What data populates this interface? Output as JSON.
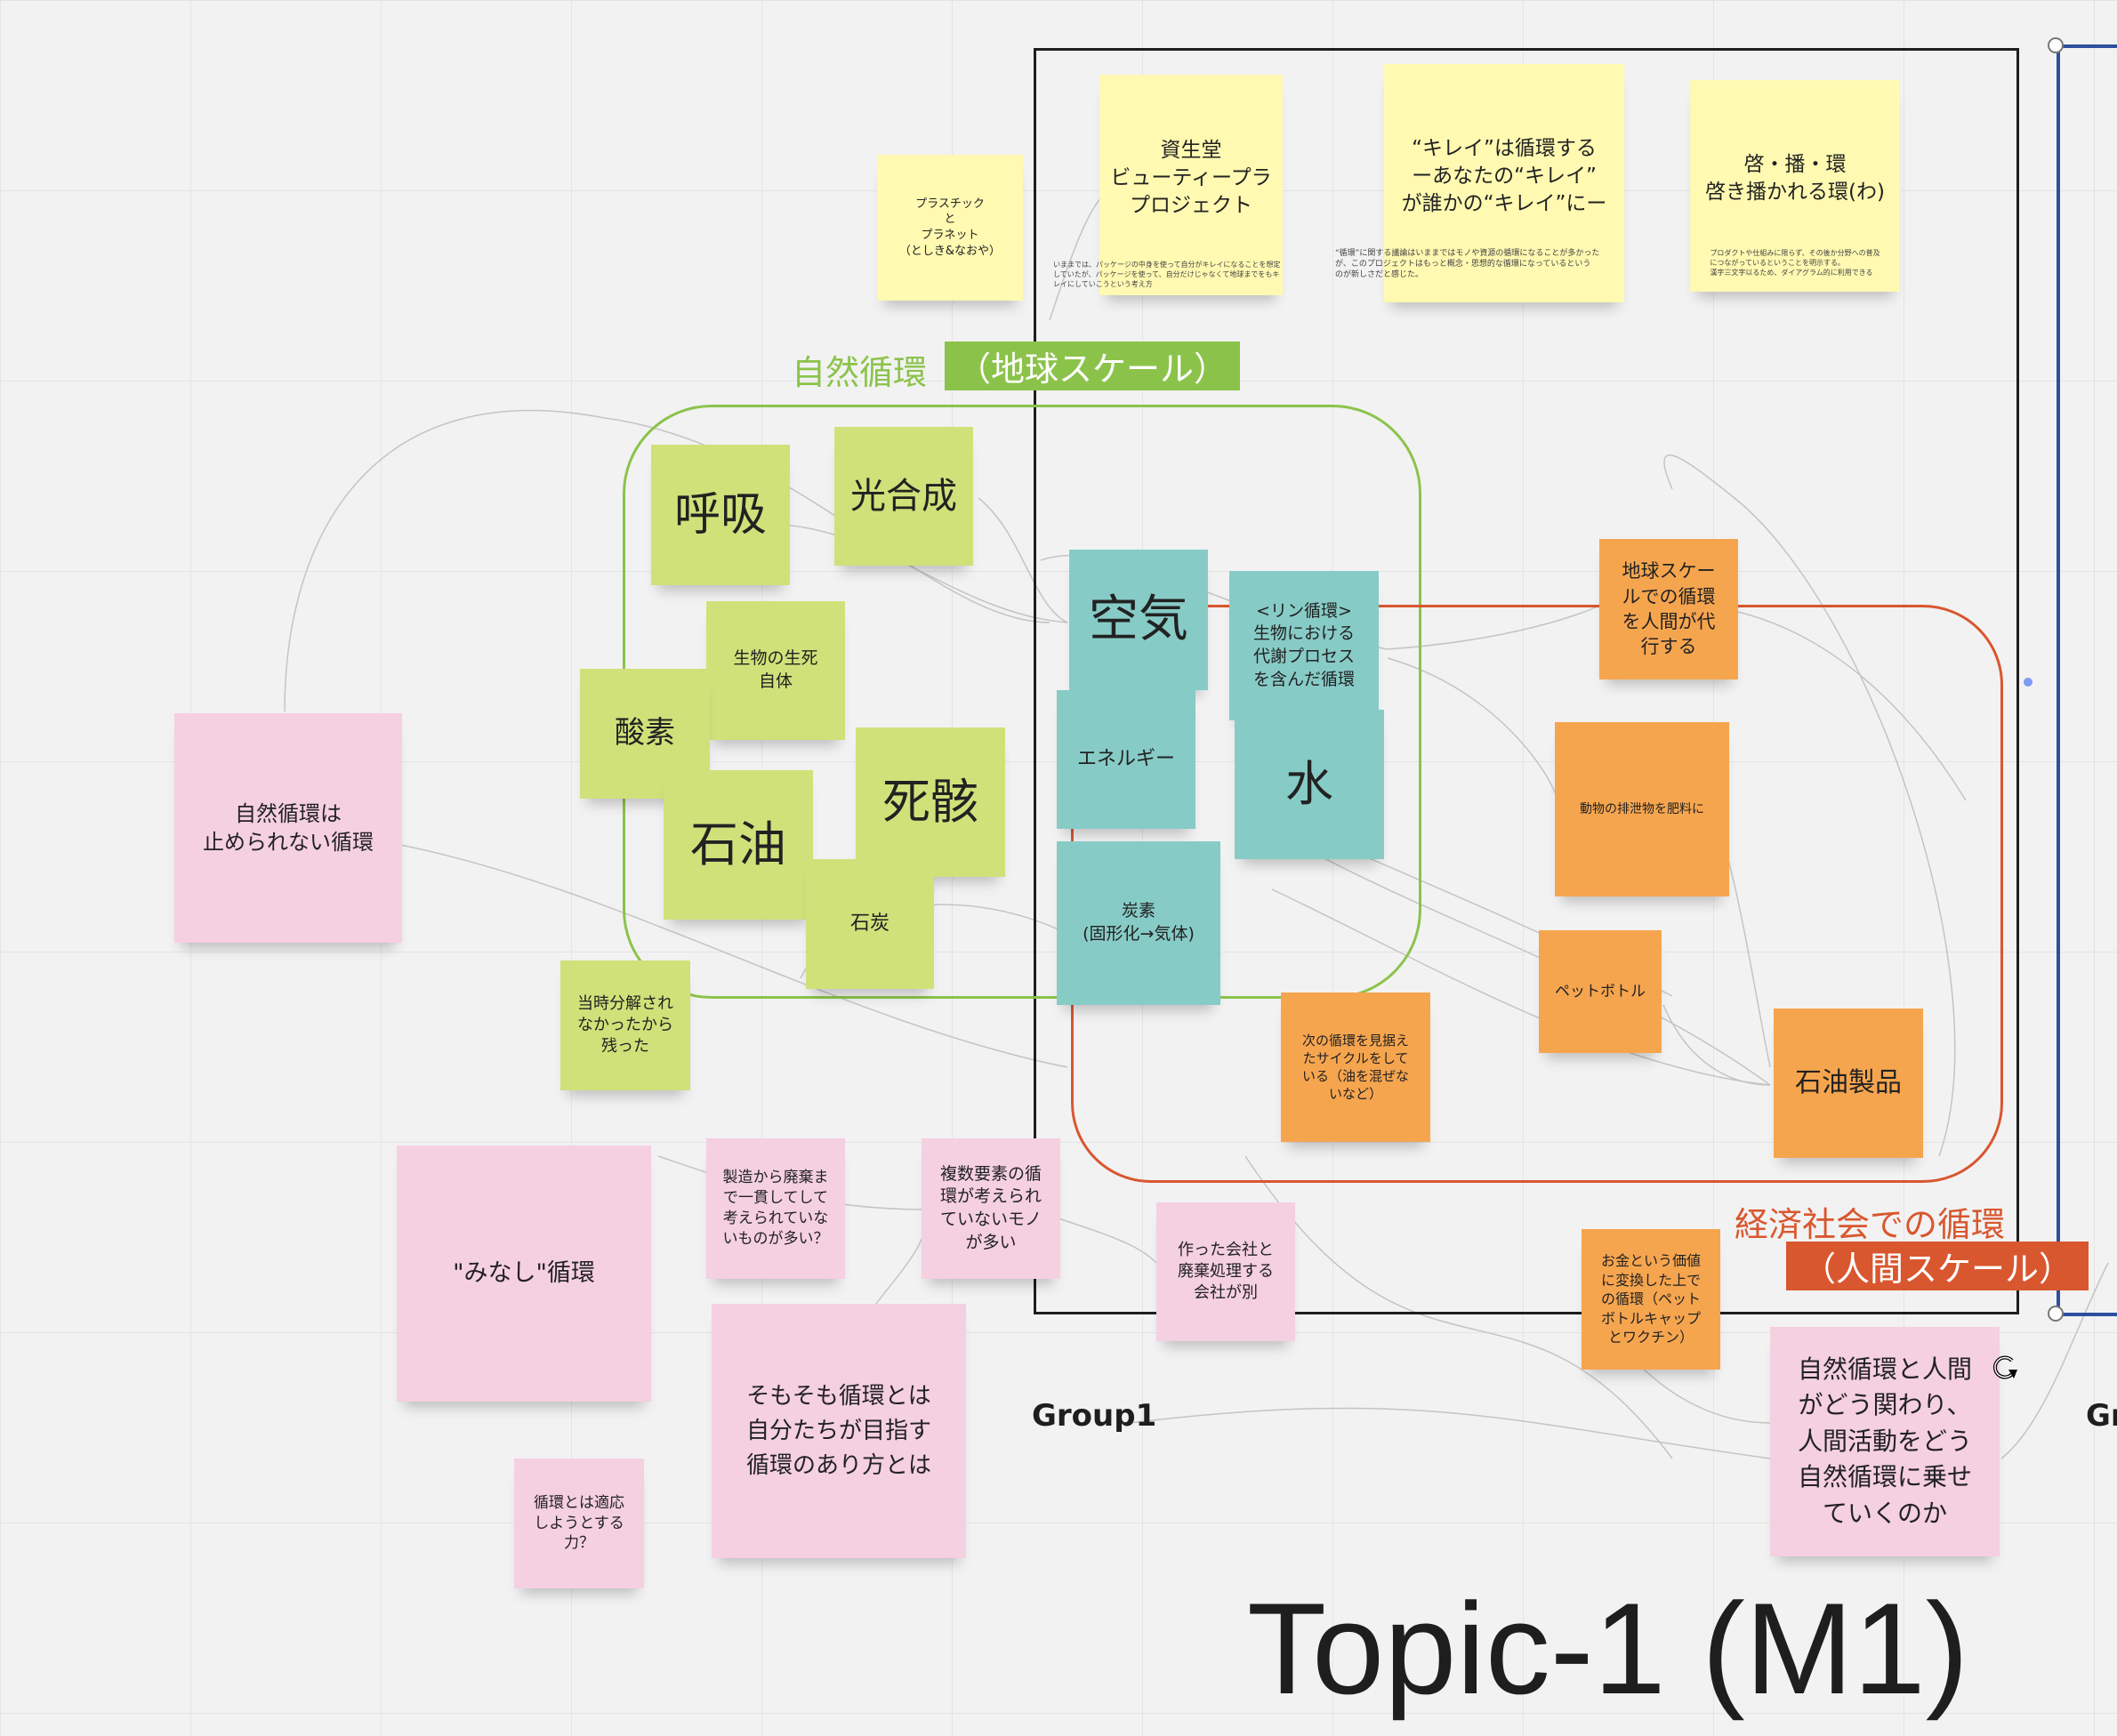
{
  "frames": {
    "group1_label": "Group1",
    "group2_label_partial": "Gr",
    "topic_title": "Topic-1 (M1)"
  },
  "sections": {
    "nature_title": "自然循環",
    "nature_scale": "（地球スケール）",
    "economy_title": "経済社会での循環",
    "economy_scale": "（人間スケール）"
  },
  "notes": {
    "plastic": "プラスチック\nと\nプラネット\n（としき&なおや）",
    "shiseido_title": "資生堂\nビューティープラ\nプロジェクト",
    "shiseido_sub": "いままでは、パッケージの中身を使って自分がキレイになることを想定\nしていたが、パッケージを使って、自分だけじゃなくて地球までをもキ\nレイにしていこうという考え方",
    "kirei_title": "“キレイ”は循環する\nーあなたの“キレイ”\nが誰かの“キレイ”にー",
    "kirei_sub": "“循環”に関する議論はいままではモノや資源の循環になることが多かった\nが、このプロジェクトはもっと概念・思想的な循環になっているという\nのが新しさだと感じた。",
    "keihakan_title": "啓・播・環\n啓き播かれる環(わ)",
    "keihakan_sub": "プロダクトや仕組みに限らず、その後か分野への普及\nにつながっているということを明示する。\n漢字三文字以るため、ダイアグラム的に利用できる",
    "kokyu": "呼吸",
    "kogosei": "光合成",
    "seibutsu": "生物の生死\n自体",
    "sanso": "酸素",
    "sekiyu": "石油",
    "shigai": "死骸",
    "sekitan": "石炭",
    "toji": "当時分解され\nなかったから\n残った",
    "kuki": "空気",
    "rin": "<リン循環>\n生物における\n代謝プロセス\nを含んだ循環",
    "energy": "エネルギー",
    "mizu": "水",
    "tanso": "炭素\n(固形化→気体)",
    "chikyu": "地球スケー\nルでの循環\nを人間が代\n行する",
    "dobutsu": "動物の排泄物を肥料に",
    "pet": "ペットボトル",
    "tsugi": "次の循環を見据え\nたサイクルをして\nいる（油を混ぜな\nいなど）",
    "sekiyu_seihin": "石油製品",
    "shizen_tomerarenai": "自然循環は\n止められない循環",
    "minashi": "\"みなし\"循環",
    "seizo": "製造から廃棄ま\nで一貫してして\n考えられていな\nいものが多い？",
    "fukusu": "複数要素の循\n環が考えられ\nていないモノ\nが多い",
    "tsukutta": "作った会社と\n廃棄処理する\n会社が別",
    "okane": "お金という価値\nに変換した上で\nの循環（ペット\nボトルキャップ\nとワクチン）",
    "shizen_ningen": "自然循環と人間\nがどう関わり、\n人間活動をどう\n自然循環に乗せ\nていくのか",
    "somosomo": "そもそも循環とは\n自分たちが目指す\n循環のあり方とは",
    "tekio": "循環とは適応\nしようとする\n力？"
  },
  "colors": {
    "yellow": "#fff9b1",
    "lime": "#d0e17a",
    "teal": "#87cbc6",
    "orange": "#f6a54f",
    "pink": "#f5d0e0",
    "nature_green": "#8bc34a",
    "economy_red": "#d9572f",
    "frame_blue": "#2f4f9e"
  },
  "icons": [
    "rotate-cursor-icon"
  ]
}
